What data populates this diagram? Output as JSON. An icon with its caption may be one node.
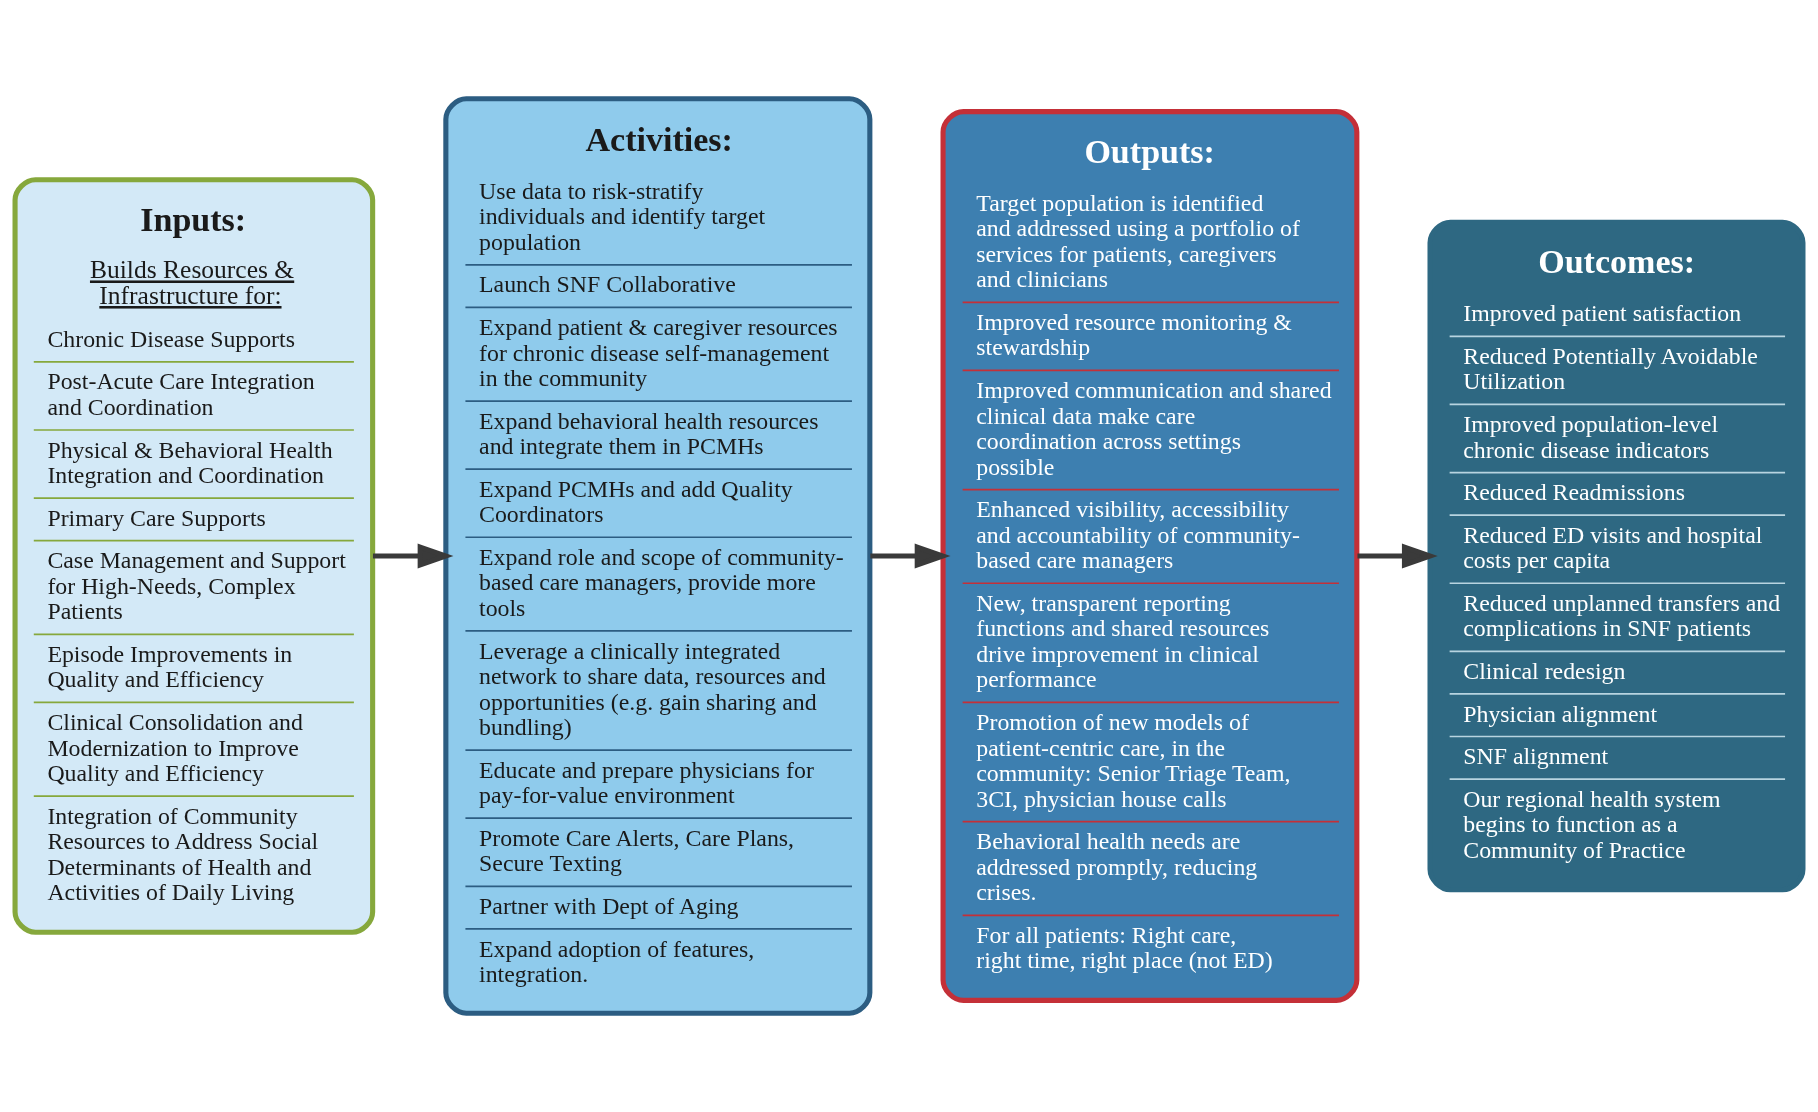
{
  "diagram": {
    "nodes": [
      {
        "text": [
          "Inputs:",
          "Builds Resources & Infrastructure for:",
          "Chronic Disease Supports",
          "Post-Acute Care Integration and Coordination",
          "Physical & Behavioral Health Integration and Coordination",
          "Primary Care Supports",
          "Case Management and Support for High-Needs, Complex Patients",
          "Episode Improvements in Quality and Efficiency",
          "Clinical Consolidation and Modernization to Improve Quality and Efficiency",
          "Integration of Community Resources to Address Social Determinants of Health and Activities of Daily Living"
        ]
      },
      {
        "text": [
          "Activities:",
          "Use data to risk-stratify individuals and identify target population",
          "Launch SNF Collaborative",
          "Expand patient & caregiver resources for chronic disease self-management in the community",
          "Expand behavioral health resources and integrate them in PCMHs",
          "Expand PCMHs and add Quality Coordinators",
          "Expand role and scope of community-based care managers, provide more tools",
          "Leverage a clinically integrated network to share data, resources and opportunities (e.g. gain sharing and bundling)",
          "Educate and prepare physicians for pay-for-value environment",
          "Promote Care Alerts, Care Plans, Secure Texting",
          "Partner with Dept of Aging",
          "Expand adoption of features, integration."
        ]
      },
      {
        "text": [
          "Outputs:",
          "Target population is identified and addressed using a portfolio of services for patients, caregivers and clinicians",
          "Improved resource monitoring & stewardship",
          "Improved communication and shared clinical data make care coordination across settings possible",
          "Enhanced visibility, accessibility and accountability of community-based care managers",
          "New, transparent reporting functions and shared resources drive improvement in clinical performance",
          "Promotion of new models of patient-centric care, in the community: Senior Triage Team, 3CI, physician house calls",
          "Behavioral health needs are addressed promptly, reducing crises.",
          "For all patients: Right care, right time, right place (not ED)"
        ]
      },
      {
        "text": [
          "Outcomes:",
          "Improved patient satisfaction",
          "Reduced Potentially Avoidable Utilization",
          "Improved population-level chronic disease indicators",
          "Reduced Readmissions",
          "Reduced ED visits and hospital costs per capita",
          "Reduced unplanned transfers and complications in SNF patients",
          "Clinical redesign",
          "Physician alignment",
          "SNF alignment",
          "Our regional health system begins to function as a Community of Practice"
        ]
      }
    ],
    "edges": [
      {
        "from": 0,
        "to": 1,
        "arrow": "to"
      },
      {
        "from": 1,
        "to": 2,
        "arrow": "to"
      },
      {
        "from": 2,
        "to": 3,
        "arrow": "to"
      }
    ]
  }
}
